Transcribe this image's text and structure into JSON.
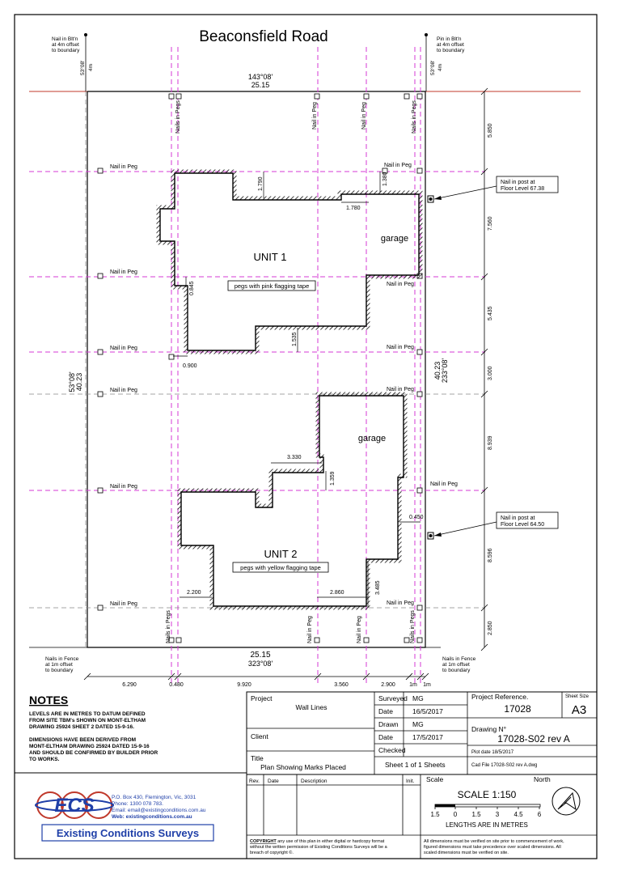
{
  "plan": {
    "road_name": "Beaconsfield Road",
    "top_left_mark": [
      "Nail in Blt'n",
      "at 4m offset",
      "to boundary"
    ],
    "top_right_mark": [
      "Pin in Blt'n",
      "at 4m offset",
      "to boundary"
    ],
    "top_left_bearing": "53°08'",
    "top_left_bearing_dist": "4m",
    "top_right_bearing": "53°08'",
    "top_right_bearing_dist": "4m",
    "top_boundary_bearing": "143°08'",
    "top_boundary_dist": "25.15",
    "bottom_boundary_dist": "25.15",
    "bottom_boundary_bearing": "323°08'",
    "left_boundary_bearing": "53°08'",
    "left_boundary_dist": "40.23",
    "right_boundary_dist": "40.23",
    "right_boundary_bearing": "233°08'",
    "bottom_left_mark": [
      "Nails in Fence",
      "at 1m offset",
      "to boundary"
    ],
    "bottom_right_mark": [
      "Nails in Fence",
      "at 1m offset",
      "to boundary"
    ],
    "nail_in_peg": "Nail in Peg",
    "nails_in_pegs": "Nails in Pegs",
    "unit1_label": "UNIT 1",
    "unit2_label": "UNIT 2",
    "garage_label": "garage",
    "pink_tape": "pegs with pink flagging tape",
    "yellow_tape": "pegs with yellow flagging tape",
    "post1": [
      "Nail in post at",
      "Floor Level 67.38"
    ],
    "post2": [
      "Nail in post at",
      "Floor Level 64.50"
    ],
    "dims": {
      "d1790": "1.790",
      "d1380": "1.380",
      "d1780": "1.780",
      "d0845": "0.845",
      "d1535": "1.535",
      "d0900": "0.900",
      "d3330": "3.330",
      "d1359": "1.359",
      "d0450": "0.450",
      "d3485": "3.485",
      "d2200": "2.200",
      "d2860": "2.860"
    },
    "right_dims": [
      "5.850",
      "7.560",
      "5.435",
      "3.000",
      "8.939",
      "8.596",
      "2.850"
    ],
    "bottom_dims": [
      "6.290",
      "0.480",
      "9.920",
      "3.560",
      "2.900",
      "1m",
      "1m"
    ]
  },
  "notes": {
    "heading": "NOTES",
    "para1": [
      "LEVELS ARE IN METRES TO DATUM DEFINED",
      "FROM SITE TBM's SHOWN ON MONT-ELTHAM",
      "DRAWING 25924 SHEET 2 DATED 15-9-16."
    ],
    "para2": [
      "DIMENSIONS HAVE BEEN DERIVED FROM",
      "MONT-ELTHAM DRAWING 25924  DATED 15-9-16",
      "AND SHOULD BE CONFIRMED BY BUILDER PRIOR",
      "TO WORKS."
    ]
  },
  "company": {
    "logo_text": "ECS",
    "address": "P.O. Box 430, Flemington, Vic, 3031",
    "phone": "Phone: 1300 078 783.",
    "email": "Email: email@existingconditions.com.au",
    "web": "Web: existingconditions.com.au",
    "name": "Existing Conditions Surveys"
  },
  "title_block": {
    "project_label": "Project",
    "project_value": "Wall Lines",
    "client_label": "Client",
    "title_label": "Title",
    "title_value": "Plan Showing Marks Placed",
    "surveyed_label": "Surveyed",
    "surveyed_value": "MG",
    "date_label": "Date",
    "surveyed_date": "16/5/2017",
    "drawn_label": "Drawn",
    "drawn_value": "MG",
    "drawn_date": "17/5/2017",
    "checked_label": "Checked",
    "sheet_text": "Sheet  1   of   1  Sheets",
    "proj_ref_label": "Project Reference.",
    "proj_ref_value": "17028",
    "sheet_size_label": "Sheet Size",
    "sheet_size_value": "A3",
    "drawing_no_label": "Drawing N°",
    "drawing_no_value": "17028-S02 rev A",
    "plot_date": "Plot date  18/5/2017",
    "cad_file": "Cad File  17028-S02 rev A.dwg",
    "rev_label": "Rev.",
    "rev_date_label": "Date",
    "description_label": "Description",
    "init_label": "Init.",
    "scale_label": "Scale",
    "north_label": "North",
    "scale_value": "SCALE 1:150",
    "scale_ticks": [
      "1.5",
      "0",
      "1.5",
      "3",
      "4.5",
      "6"
    ],
    "scale_units": "LENGTHS ARE IN METRES",
    "copyright_head": "COPYRIGHT",
    "copyright_text": [
      " any use of this plan in either digital or hardcopy format",
      "without the written permission of Existing Conditions Surveys will be a",
      "breach of copyright ©."
    ],
    "disclaimer": [
      "All dimensions must be verified on site prior to commencement of work,",
      "figured dimensions must take precedence over scaled dimensions. All",
      "scaled dimensions must be verified on site."
    ]
  }
}
